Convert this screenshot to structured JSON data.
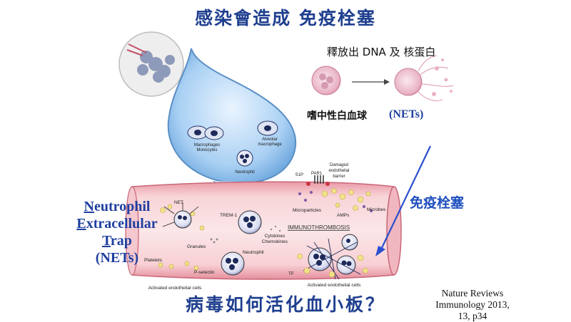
{
  "titles": {
    "top": "感染會造成 免疫栓塞",
    "bottom": "病毒如何活化血小板？"
  },
  "release": {
    "text": "釋放出 DNA 及 核蛋白",
    "neutrophil_label": "嗜中性白血球",
    "nets_label": "(NETs)"
  },
  "side_label": {
    "line1_initial": "N",
    "line1_rest": "eutrophil",
    "line2_initial": "E",
    "line2_rest": "xtracellular",
    "line3_initial": "T",
    "line3_rest": "rap",
    "line4": "(NETs)"
  },
  "immune_embolism": "免疫栓塞",
  "reference": {
    "line1": "Nature Reviews",
    "line2": "Immunology 2013,",
    "line3": "13, p34"
  },
  "alveolus": {
    "macrophages": "Macrophages",
    "monocytes": "Monocytes",
    "alveolar1": "Alveolar",
    "alveolar2": "macrophage",
    "neutrophil": "Neutrophil"
  },
  "vessel": {
    "s1p": "S1P",
    "par1": "PAR1",
    "damaged1": "Damaged",
    "damaged2": "endothelial",
    "damaged3": "barrier",
    "microparticles": "Microparticles",
    "microbes": "Microbes",
    "amps": "AMPs",
    "net": "NET",
    "trem1": "TREM-1",
    "cytokines": "Cytokines",
    "chemokines": "Chemokines",
    "immunothrombosis": "IMMUNOTHROMBOSIS",
    "granules": "Granules",
    "neutrophil": "Neutrophil",
    "platelets": "Platelets",
    "p_selectin": "P-selectin",
    "tf": "TF",
    "activated_left": "Activated endothelial cells",
    "activated_right": "Activated endothelial cells"
  },
  "colors": {
    "title_blue": "#1f3f8f",
    "arrow_blue": "#2a4fcf",
    "vessel_pink": "#f3b8bf",
    "alveolus_blue": "#9cc6ef"
  }
}
